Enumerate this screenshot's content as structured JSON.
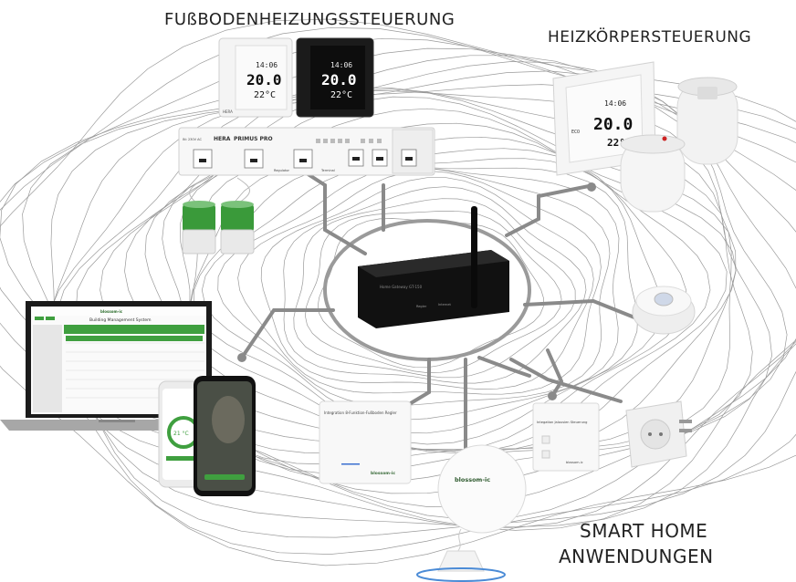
{
  "labels": {
    "floor_heating": "FUßBODENHEIZUNGSSTEUERUNG",
    "radiator": "HEIZKÖRPERSTEUERUNG",
    "smart_home_line1": "SMART HOME",
    "smart_home_line2": "ANWENDUNGEN"
  },
  "thermostat": {
    "time": "14:06",
    "setpoint": "20.0",
    "unit": "°C",
    "room": "22°C",
    "eco": "ECO",
    "brand": "HERA"
  },
  "controller": {
    "brand": "HERA",
    "model": "PRIMUS PRO",
    "voltage": "IN: 230V AC",
    "label_regulator": "Regulator",
    "label_terminal": "Terminal"
  },
  "gateway": {
    "name": "Home Gateway GT-150",
    "regler": "Regler",
    "internet": "Internet"
  },
  "laptop": {
    "logo": "blossom-ic",
    "title": "Building Management System"
  },
  "phone": {
    "temp": "21 °C"
  },
  "devices": {
    "wall_controller": "Integration 8-Funktion-Fußboden Regler",
    "blossom_sensor": "blossom-ic",
    "shutter": "Integation Jalousien Steuerung",
    "shutter_brand": "blossom-ic",
    "wall_brand": "blossom-ic"
  },
  "colors": {
    "accent_green": "#3f9f3f",
    "gateway_black": "#111111",
    "line_gray": "#8a8a8a"
  }
}
